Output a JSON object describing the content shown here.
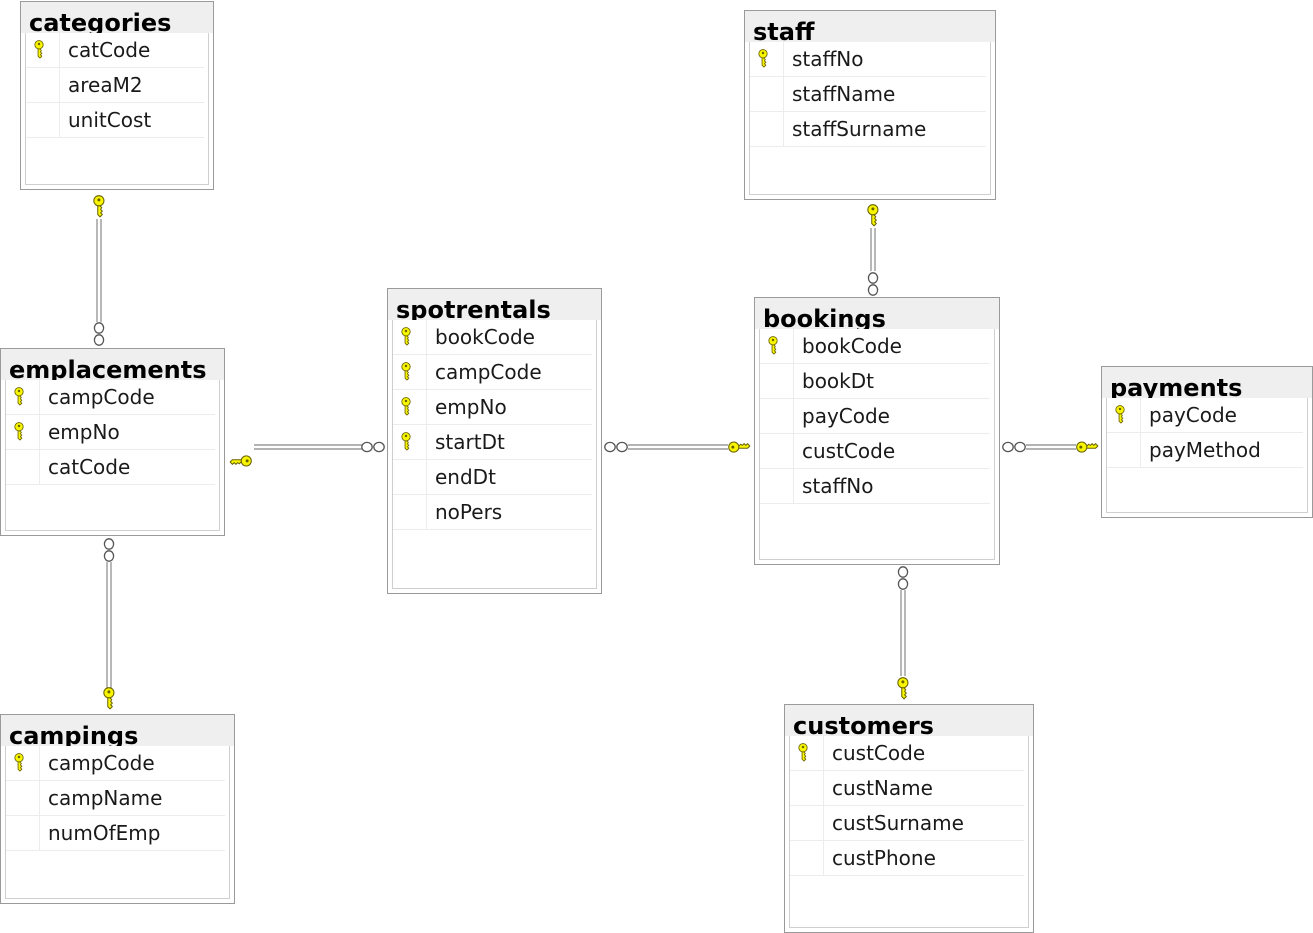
{
  "tables": {
    "categories": {
      "name": "categories",
      "columns": [
        {
          "name": "catCode",
          "pk": true
        },
        {
          "name": "areaM2",
          "pk": false
        },
        {
          "name": "unitCost",
          "pk": false
        }
      ]
    },
    "staff": {
      "name": "staff",
      "columns": [
        {
          "name": "staffNo",
          "pk": true
        },
        {
          "name": "staffName",
          "pk": false
        },
        {
          "name": "staffSurname",
          "pk": false
        }
      ]
    },
    "spotrentals": {
      "name": "spotrentals",
      "columns": [
        {
          "name": "bookCode",
          "pk": true
        },
        {
          "name": "campCode",
          "pk": true
        },
        {
          "name": "empNo",
          "pk": true
        },
        {
          "name": "startDt",
          "pk": true
        },
        {
          "name": "endDt",
          "pk": false
        },
        {
          "name": "noPers",
          "pk": false
        }
      ]
    },
    "bookings": {
      "name": "bookings",
      "columns": [
        {
          "name": "bookCode",
          "pk": true
        },
        {
          "name": "bookDt",
          "pk": false
        },
        {
          "name": "payCode",
          "pk": false
        },
        {
          "name": "custCode",
          "pk": false
        },
        {
          "name": "staffNo",
          "pk": false
        }
      ]
    },
    "emplacements": {
      "name": "emplacements",
      "columns": [
        {
          "name": "campCode",
          "pk": true
        },
        {
          "name": "empNo",
          "pk": true
        },
        {
          "name": "catCode",
          "pk": false
        }
      ]
    },
    "payments": {
      "name": "payments",
      "columns": [
        {
          "name": "payCode",
          "pk": true
        },
        {
          "name": "payMethod",
          "pk": false
        }
      ]
    },
    "campings": {
      "name": "campings",
      "columns": [
        {
          "name": "campCode",
          "pk": true
        },
        {
          "name": "campName",
          "pk": false
        },
        {
          "name": "numOfEmp",
          "pk": false
        }
      ]
    },
    "customers": {
      "name": "customers",
      "columns": [
        {
          "name": "custCode",
          "pk": true
        },
        {
          "name": "custName",
          "pk": false
        },
        {
          "name": "custSurname",
          "pk": false
        },
        {
          "name": "custPhone",
          "pk": false
        }
      ]
    }
  },
  "relationships": [
    {
      "one": "categories",
      "many": "emplacements"
    },
    {
      "one": "campings",
      "many": "emplacements"
    },
    {
      "one": "emplacements",
      "many": "spotrentals"
    },
    {
      "one": "bookings",
      "many": "spotrentals"
    },
    {
      "one": "staff",
      "many": "bookings"
    },
    {
      "one": "payments",
      "many": "bookings"
    },
    {
      "one": "customers",
      "many": "bookings"
    }
  ],
  "colors": {
    "key_fill": "#f7f500",
    "key_stroke": "#6b6300",
    "line": "#9a9a9a",
    "title_bg": "#efefef"
  },
  "icons": {
    "primary_key": "key-icon",
    "one_end": "key-icon",
    "many_end": "infinity-icon"
  }
}
